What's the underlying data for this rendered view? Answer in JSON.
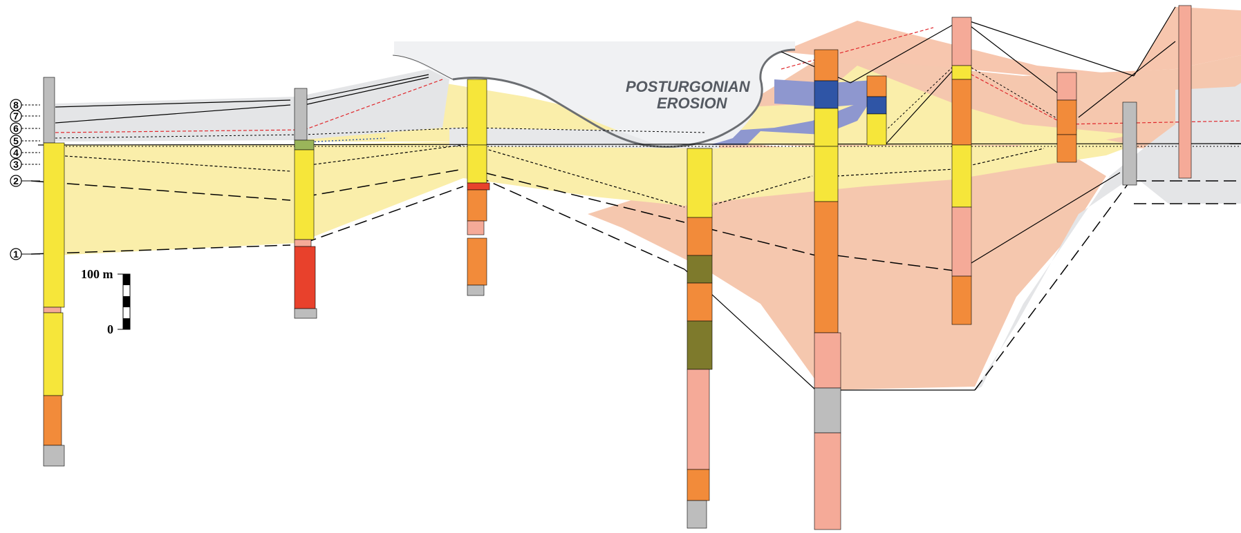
{
  "markers": [
    "1",
    "2",
    "3",
    "4",
    "5",
    "6",
    "7",
    "8"
  ],
  "erosion_label": {
    "line1": "POSTURGONIAN",
    "line2": "EROSION"
  },
  "scale_bar": {
    "top_label": "100 m",
    "bottom_label": "0"
  },
  "colors": {
    "urgonian_yellow": "#faeeaa",
    "basin_salmon": "#f5c7ae",
    "grey_band": "#e4e5e7",
    "blue_band": "#8e97cf",
    "erosion_surface": "#f0f1f3",
    "column_yellow": "#f6e63a",
    "column_orange": "#f28b3a",
    "column_red": "#e8412c",
    "column_pink": "#f5aa98",
    "column_green": "#9ab55a",
    "column_olive": "#7e7a2c",
    "column_grey": "#bdbdbd",
    "column_blue": "#2f55a6",
    "column_purple": "#8b4aa3",
    "red_dashed_line": "#e0262b"
  }
}
